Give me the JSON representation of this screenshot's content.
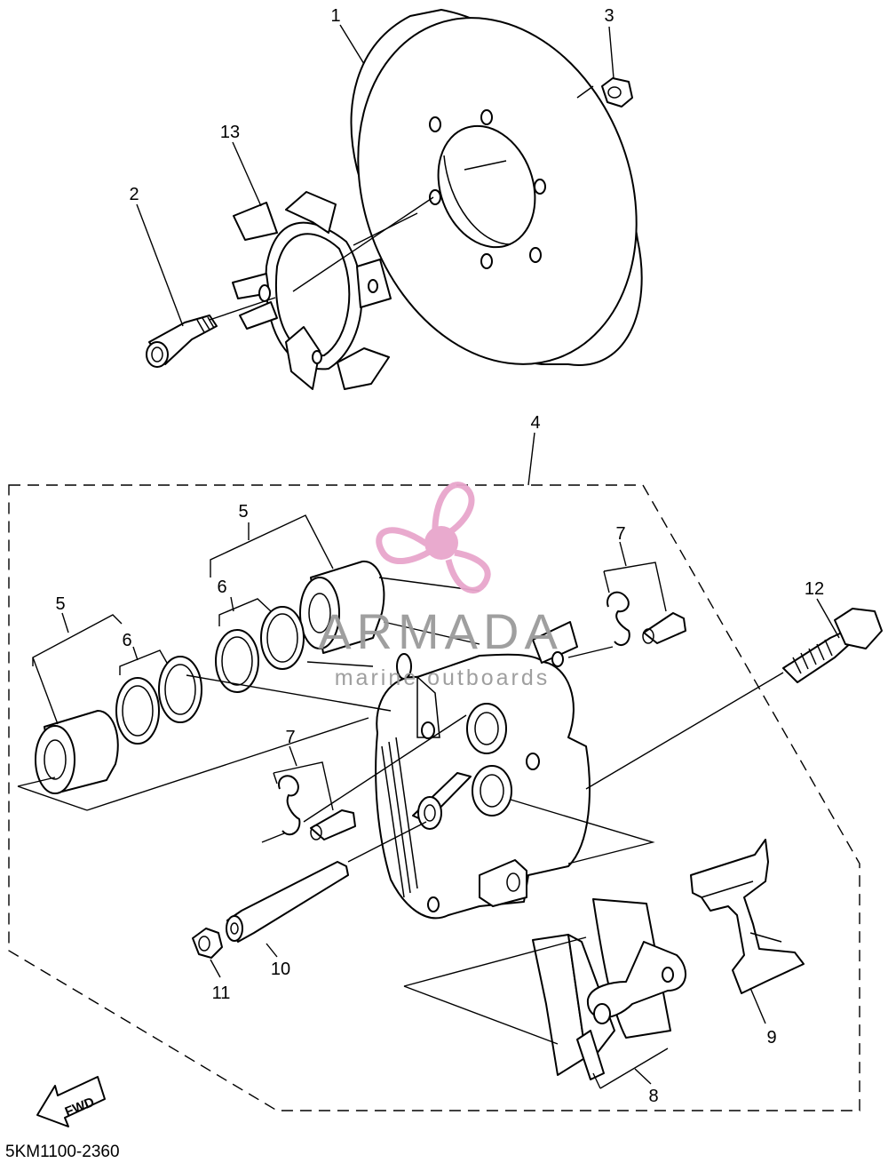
{
  "callouts": {
    "c1": "1",
    "c2": "2",
    "c3": "3",
    "c4": "4",
    "c5a": "5",
    "c5b": "5",
    "c6a": "6",
    "c6b": "6",
    "c7a": "7",
    "c7b": "7",
    "c8": "8",
    "c9": "9",
    "c10": "10",
    "c11": "11",
    "c12": "12",
    "c13": "13"
  },
  "watermark": {
    "title": "ARMADA",
    "subtitle": "marine outboards",
    "logo_color": "#e8a6cc",
    "text_color": "#9a9a9a"
  },
  "direction_marker": {
    "label": "FWD",
    "icon": "fwd-arrow-icon"
  },
  "diagram_code": "5KM1100-2360",
  "colors": {
    "line": "#000000",
    "background": "#ffffff"
  }
}
